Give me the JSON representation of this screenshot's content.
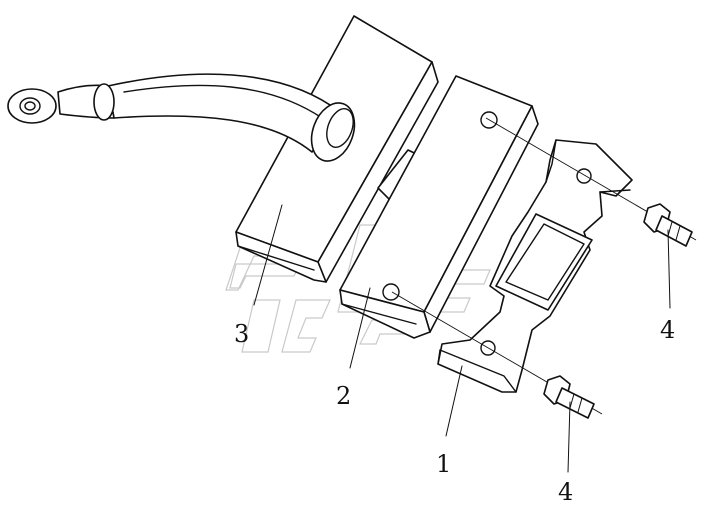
{
  "callouts": [
    {
      "id": "1",
      "label": "1"
    },
    {
      "id": "2",
      "label": "2"
    },
    {
      "id": "3",
      "label": "3"
    },
    {
      "id": "4a",
      "label": "4"
    },
    {
      "id": "4b",
      "label": "4"
    }
  ]
}
